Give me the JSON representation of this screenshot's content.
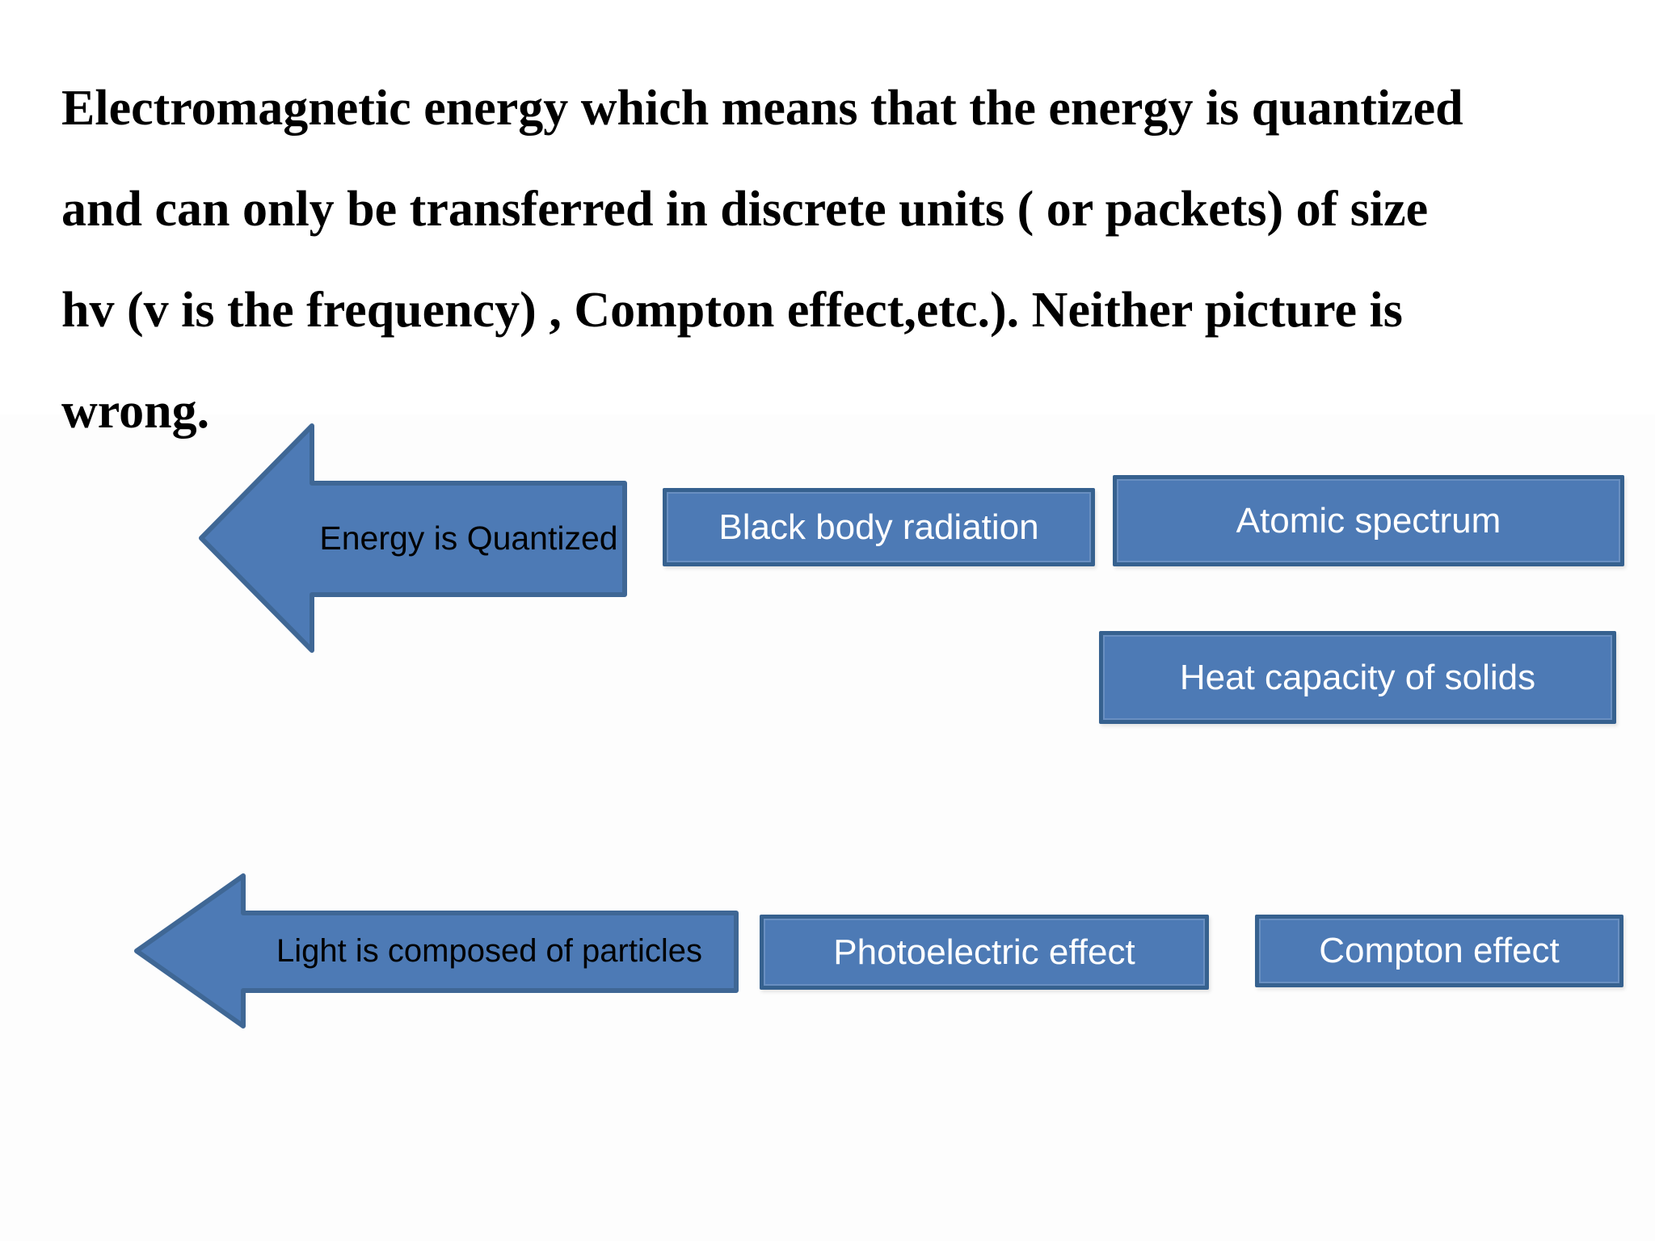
{
  "paragraph": {
    "lines": [
      "Electromagnetic energy which means that the energy is quantized",
      "and can only be transferred in discrete units ( or packets) of size",
      "hv (v is the frequency) , Compton effect,etc.). Neither picture is",
      "wrong."
    ]
  },
  "shapes": {
    "arrows": [
      {
        "label": "Energy is Quantized"
      },
      {
        "label": "Light is composed of particles"
      }
    ],
    "boxes": [
      {
        "label": "Black body radiation"
      },
      {
        "label": "Atomic spectrum"
      },
      {
        "label": "Heat capacity of solids"
      },
      {
        "label": "Photoelectric effect"
      },
      {
        "label": "Compton effect"
      }
    ]
  },
  "colors": {
    "background": "#ffffff",
    "shape_fill": "#4d7ab5",
    "shape_border": "#36618f",
    "box_text": "#ffffff",
    "arrow_text": "#000000",
    "paragraph_text": "#000000"
  }
}
